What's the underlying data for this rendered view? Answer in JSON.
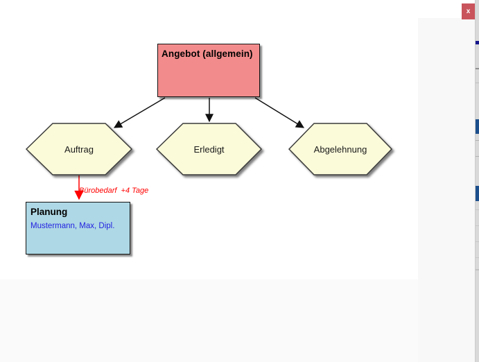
{
  "window": {
    "close_button_label": "x"
  },
  "diagram": {
    "nodes": {
      "angebot": {
        "label": "Angebot (allgemein)"
      },
      "auftrag": {
        "label": "Auftrag"
      },
      "erledigt": {
        "label": "Erledigt"
      },
      "abgelehnung": {
        "label": "Abgelehnung"
      },
      "planung": {
        "title": "Planung",
        "assignee": "Mustermann, Max, Dipl."
      }
    },
    "edges": {
      "auftrag_to_planung": {
        "label": "Bürobedarf  +4 Tage"
      }
    }
  },
  "colors": {
    "angebot_fill": "#f28c8c",
    "hexagon_fill": "#fbfbda",
    "planung_fill": "#aed8e5",
    "edge_red": "#ff0000",
    "assignee_blue": "#2323e0",
    "close_button_bg": "#c9545c",
    "scroll_accent_blue": "#1d4f8c"
  }
}
